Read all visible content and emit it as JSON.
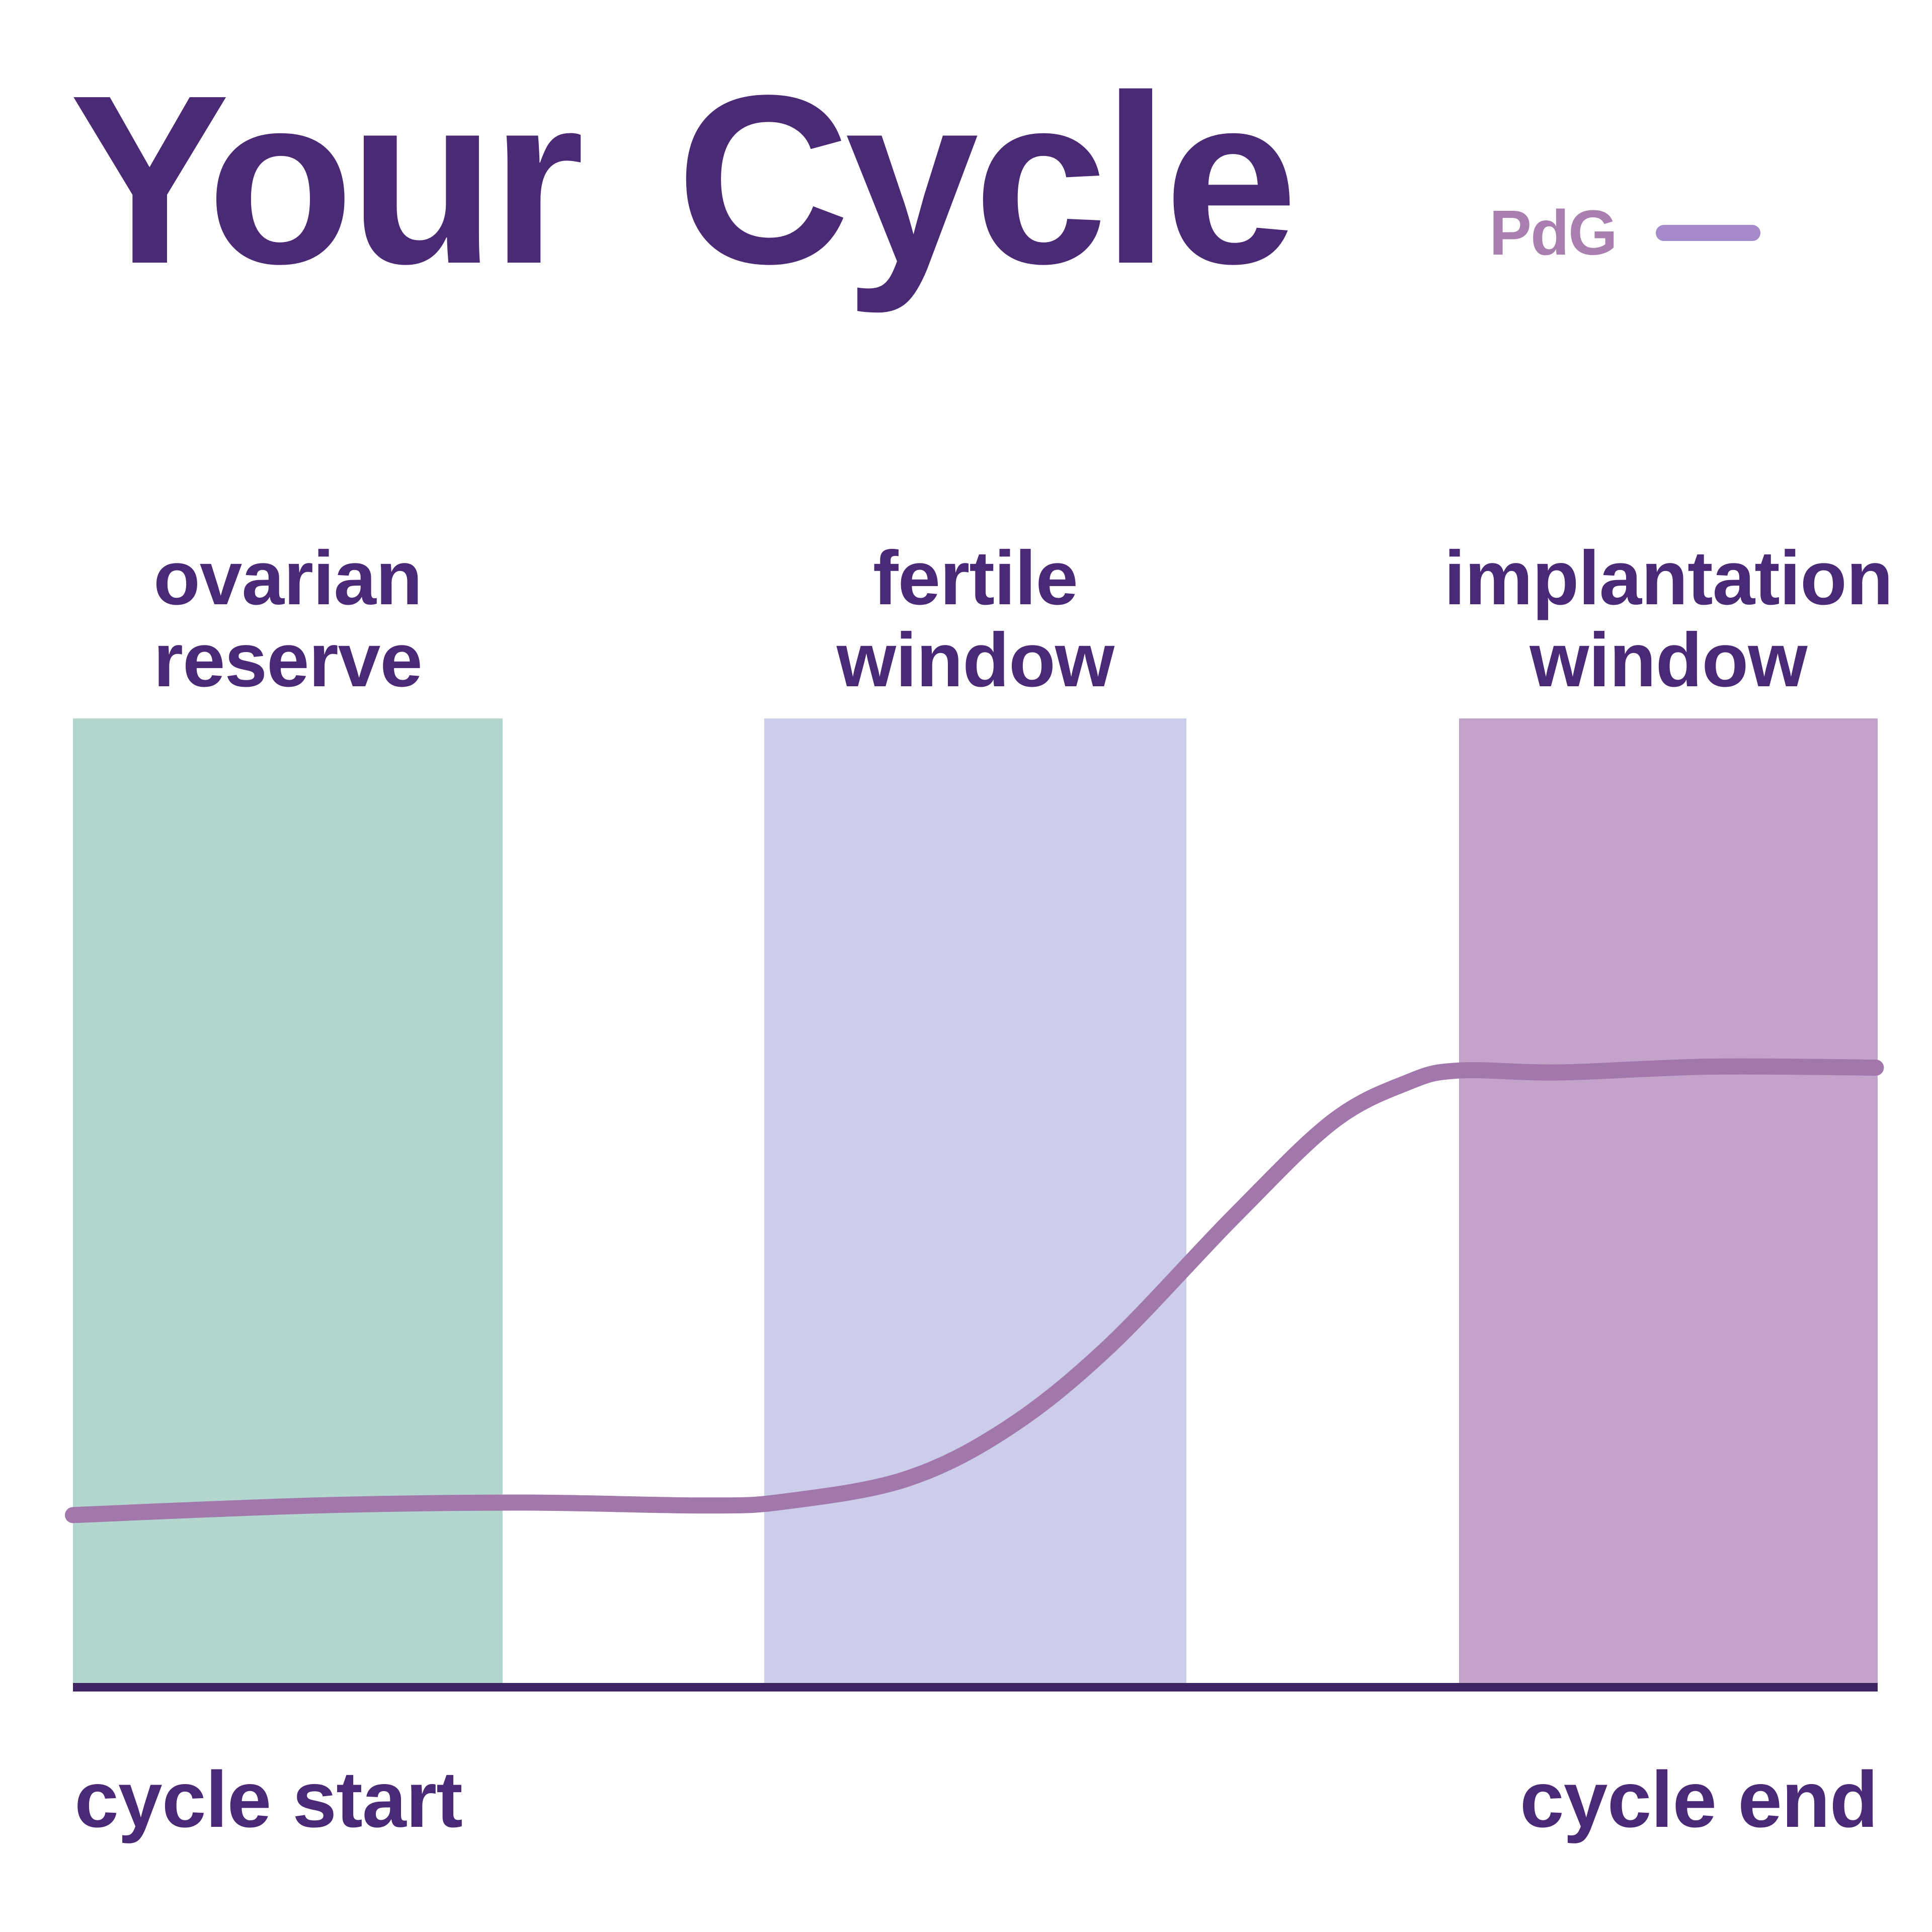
{
  "title": "Your Cycle",
  "legend": {
    "label": "PdG"
  },
  "axis": {
    "start_label": "cycle start",
    "end_label": "cycle end"
  },
  "colors": {
    "title_text": "#4b2a75",
    "label_text": "#4a2a76",
    "axis_line": "#3d2462",
    "pdg_text": "#a87fae",
    "legend_line": "#a48aca",
    "curve": "#a277ab",
    "band_green": "#b3d7cf",
    "band_lavender": "#cbcdea",
    "band_mauve": "#c3a3c9"
  },
  "chart_data": {
    "type": "line",
    "title": "Your Cycle",
    "xlabel_start": "cycle start",
    "xlabel_end": "cycle end",
    "ylim": [
      0,
      1
    ],
    "grid": false,
    "legend_position": "top-right",
    "legend_entries": [
      {
        "name": "PdG",
        "color": "#a48aca",
        "style": "solid-line"
      }
    ],
    "bands": [
      {
        "label": "ovarian\nreserve",
        "color": "#b3d7cf",
        "x_start": 0.0,
        "x_end": 0.238
      },
      {
        "label": "fertile\nwindow",
        "color": "#cbcdea",
        "x_start": 0.383,
        "x_end": 0.617
      },
      {
        "label": "implantation\nwindow",
        "color": "#c3a3c9",
        "x_start": 0.768,
        "x_end": 1.0
      }
    ],
    "series": [
      {
        "name": "PdG",
        "color": "#a277ab",
        "x_unit": "fraction of cycle (0 = cycle start, 1 = cycle end)",
        "y_unit": "relative PdG level (0 = baseline axis, 1 = band top)",
        "points": [
          [
            0.0,
            0.174
          ],
          [
            0.075,
            0.18
          ],
          [
            0.155,
            0.185
          ],
          [
            0.252,
            0.187
          ],
          [
            0.35,
            0.184
          ],
          [
            0.394,
            0.188
          ],
          [
            0.461,
            0.211
          ],
          [
            0.517,
            0.263
          ],
          [
            0.573,
            0.347
          ],
          [
            0.643,
            0.483
          ],
          [
            0.698,
            0.582
          ],
          [
            0.74,
            0.623
          ],
          [
            0.768,
            0.635
          ],
          [
            0.824,
            0.633
          ],
          [
            0.907,
            0.639
          ],
          [
            0.999,
            0.638
          ]
        ]
      }
    ]
  }
}
